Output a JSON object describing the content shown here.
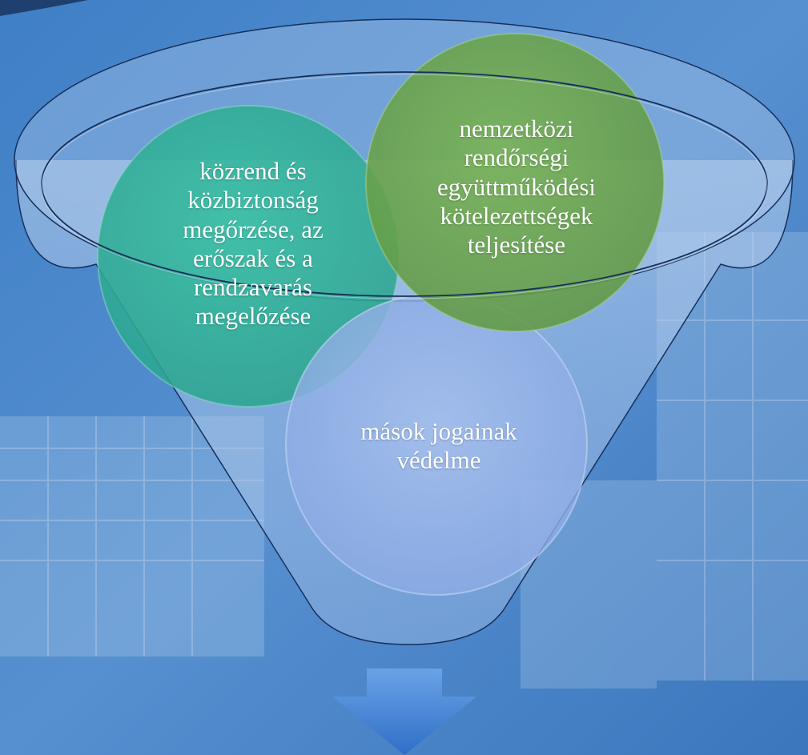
{
  "colors": {
    "background": "#4a85c4",
    "circle_teal": "#2fb19a",
    "circle_green": "#6fa84f",
    "circle_blue": "#8eaee8",
    "arrow": "#3a7bd5",
    "outline": "#16305c"
  },
  "funnel": {
    "inputs": [
      "közrend és\nközbiztonság\nmegőrzése, az\nerőszak és a\nrendzavarás\nmegelőzése",
      "nemzetközi\nrendőrségi\negyüttműködési\nkötelezettségek\nteljesítése",
      "mások jogainak\nvédelme"
    ],
    "output_arrow": "arrow-down-icon"
  }
}
